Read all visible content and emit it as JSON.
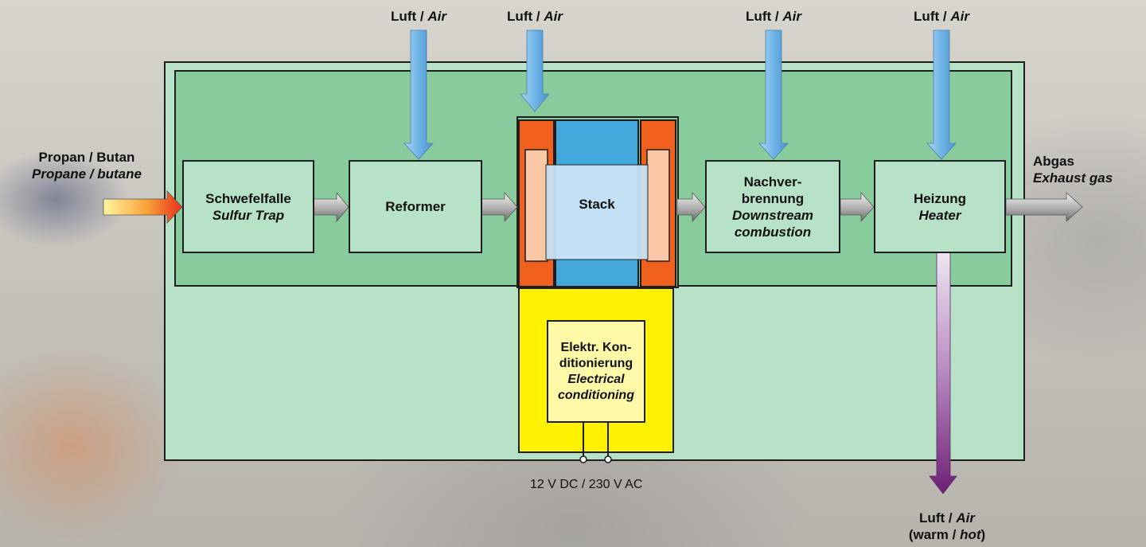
{
  "inputs": {
    "fuel_de": "Propan / Butan",
    "fuel_en": "Propane / butane"
  },
  "air_inputs": [
    {
      "de": "Luft /",
      "en": "Air"
    },
    {
      "de": "Luft /",
      "en": "Air"
    },
    {
      "de": "Luft /",
      "en": "Air"
    },
    {
      "de": "Luft /",
      "en": "Air"
    }
  ],
  "components": {
    "sulfur_trap": {
      "de": "Schwefelfalle",
      "en": "Sulfur Trap"
    },
    "reformer": {
      "de": "Reformer"
    },
    "stack": {
      "de": "Stack"
    },
    "downstream_combustion": {
      "de1": "Nachver-",
      "de2": "brennung",
      "en1": "Downstream",
      "en2": "combustion"
    },
    "heater": {
      "de": "Heizung",
      "en": "Heater"
    },
    "electrical_conditioning": {
      "de1": "Elektr. Kon-",
      "de2": "ditionierung",
      "en1": "Electrical",
      "en2": "conditioning"
    }
  },
  "outputs": {
    "exhaust_de": "Abgas",
    "exhaust_en": "Exhaust gas",
    "hot_air_de": "Luft /",
    "hot_air_en": "Air",
    "hot_air_temp_open": "(warm /",
    "hot_air_temp_en": "hot",
    "hot_air_temp_close": ")",
    "electric": "12 V DC / 230 V AC"
  },
  "colors": {
    "outer_panel": "#b8e2c7",
    "inner_panel": "#88cc9e",
    "stack_blue": "#45a8dc",
    "stack_orange": "#f0601e",
    "electrical_yellow": "#fff200",
    "air_arrow": "#7fbde8",
    "hot_air_arrow": "#7a2e7e"
  }
}
